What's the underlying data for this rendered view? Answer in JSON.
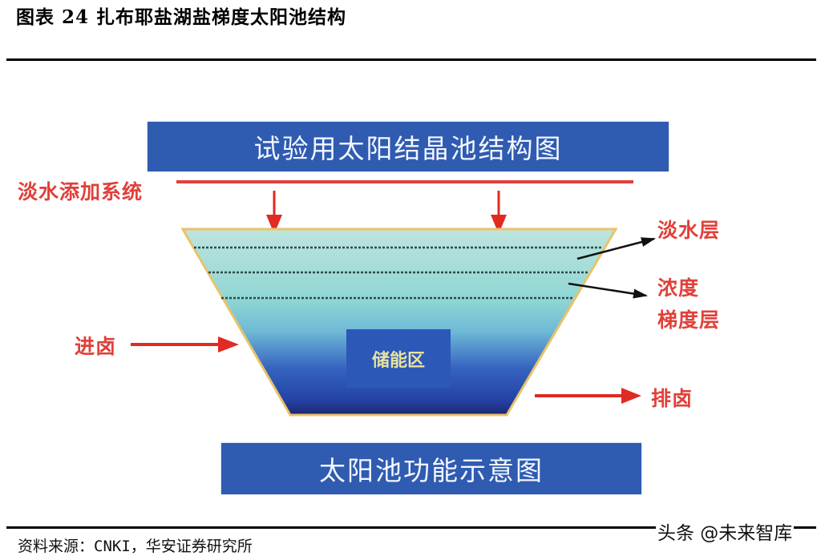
{
  "figure": {
    "title": "图表 24 扎布耶盐湖盐梯度太阳池结构",
    "source": "资料来源：CNKI，华安证券研究所",
    "watermark": "头条 @未来智库"
  },
  "diagram": {
    "top_banner": "试验用太阳结晶池结构图",
    "bottom_banner": "太阳池功能示意图",
    "labels": {
      "freshwater_system": "淡水添加系统",
      "brine_inlet": "进卤",
      "brine_outlet": "排卤",
      "freshwater_layer": "淡水层",
      "gradient_layer_line1": "浓度",
      "gradient_layer_line2": "梯度层",
      "storage_zone": "储能区"
    },
    "colors": {
      "banner_blue": "#2f5bb0",
      "label_red": "#e0403a",
      "arrow_red": "#e02a22",
      "pond_top": "#b9e3dc",
      "pond_mid": "#79cdd0",
      "pond_deep": "#2a4fb0",
      "pond_bottom": "#1e2a6e",
      "pond_border": "#e8c36a"
    }
  }
}
